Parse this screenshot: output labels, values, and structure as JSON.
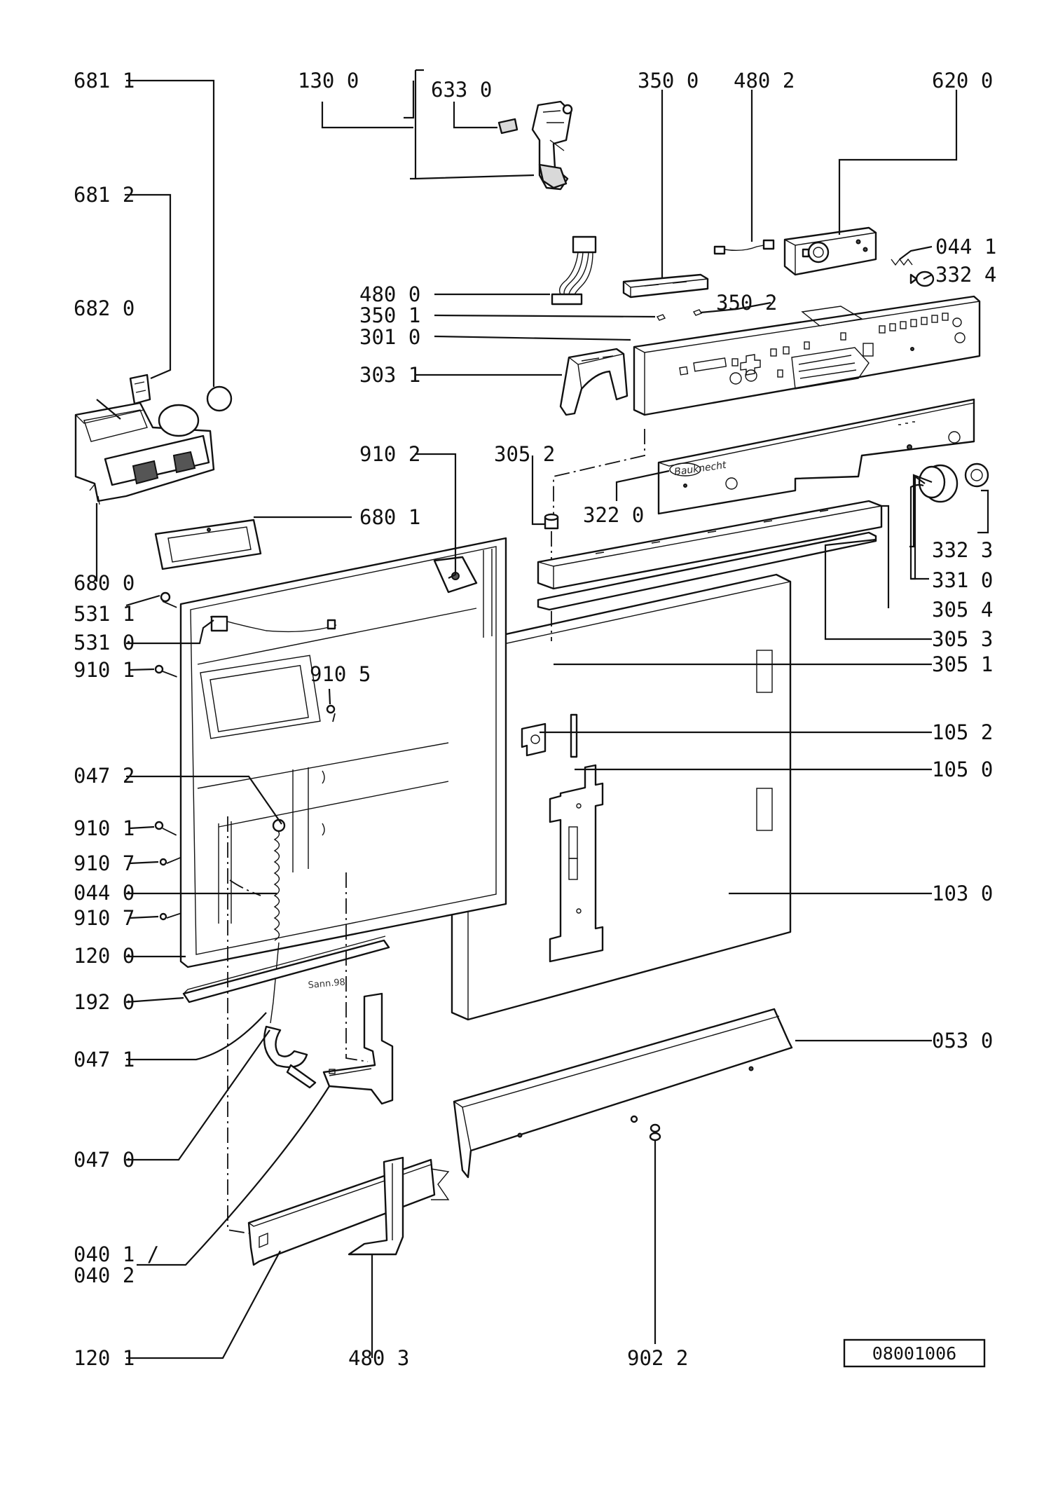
{
  "callouts": [
    {
      "id": "681-1",
      "text": "681 1"
    },
    {
      "id": "681-2",
      "text": "681 2"
    },
    {
      "id": "682-0",
      "text": "682 0"
    },
    {
      "id": "680-0",
      "text": "680 0"
    },
    {
      "id": "531-1",
      "text": "531 1"
    },
    {
      "id": "531-0",
      "text": "531 0"
    },
    {
      "id": "910-1-a",
      "text": "910 1"
    },
    {
      "id": "047-2",
      "text": "047 2"
    },
    {
      "id": "910-1-b",
      "text": "910 1"
    },
    {
      "id": "910-7-a",
      "text": "910 7"
    },
    {
      "id": "044-0",
      "text": "044 0"
    },
    {
      "id": "910-7-b",
      "text": "910 7"
    },
    {
      "id": "120-0",
      "text": "120 0"
    },
    {
      "id": "192-0",
      "text": "192 0"
    },
    {
      "id": "047-1",
      "text": "047 1"
    },
    {
      "id": "047-0",
      "text": "047 0"
    },
    {
      "id": "040-1",
      "text": "040 1 /"
    },
    {
      "id": "040-2",
      "text": "040 2"
    },
    {
      "id": "120-1",
      "text": "120 1"
    },
    {
      "id": "130-0",
      "text": "130 0"
    },
    {
      "id": "633-0",
      "text": "633 0"
    },
    {
      "id": "350-0",
      "text": "350 0"
    },
    {
      "id": "480-2",
      "text": "480 2"
    },
    {
      "id": "620-0",
      "text": "620 0"
    },
    {
      "id": "044-1",
      "text": "044 1"
    },
    {
      "id": "332-4",
      "text": "332 4"
    },
    {
      "id": "480-0",
      "text": "480 0"
    },
    {
      "id": "350-1",
      "text": "350 1"
    },
    {
      "id": "350-2",
      "text": "350 2"
    },
    {
      "id": "301-0",
      "text": "301 0"
    },
    {
      "id": "303-1",
      "text": "303 1"
    },
    {
      "id": "910-2",
      "text": "910 2"
    },
    {
      "id": "305-2",
      "text": "305 2"
    },
    {
      "id": "322-0",
      "text": "322 0"
    },
    {
      "id": "680-1",
      "text": "680 1"
    },
    {
      "id": "910-5",
      "text": "910 5"
    },
    {
      "id": "332-3",
      "text": "332 3"
    },
    {
      "id": "331-0",
      "text": "331 0"
    },
    {
      "id": "305-4",
      "text": "305 4"
    },
    {
      "id": "305-3",
      "text": "305 3"
    },
    {
      "id": "305-1",
      "text": "305 1"
    },
    {
      "id": "105-2",
      "text": "105 2"
    },
    {
      "id": "105-0",
      "text": "105 0"
    },
    {
      "id": "103-0",
      "text": "103 0"
    },
    {
      "id": "053-0",
      "text": "053 0"
    },
    {
      "id": "480-3",
      "text": "480 3"
    },
    {
      "id": "902-2",
      "text": "902 2"
    }
  ],
  "drawing_number": "08001006",
  "brand_text": "Bauknecht",
  "panel_marking": "Sann.98"
}
